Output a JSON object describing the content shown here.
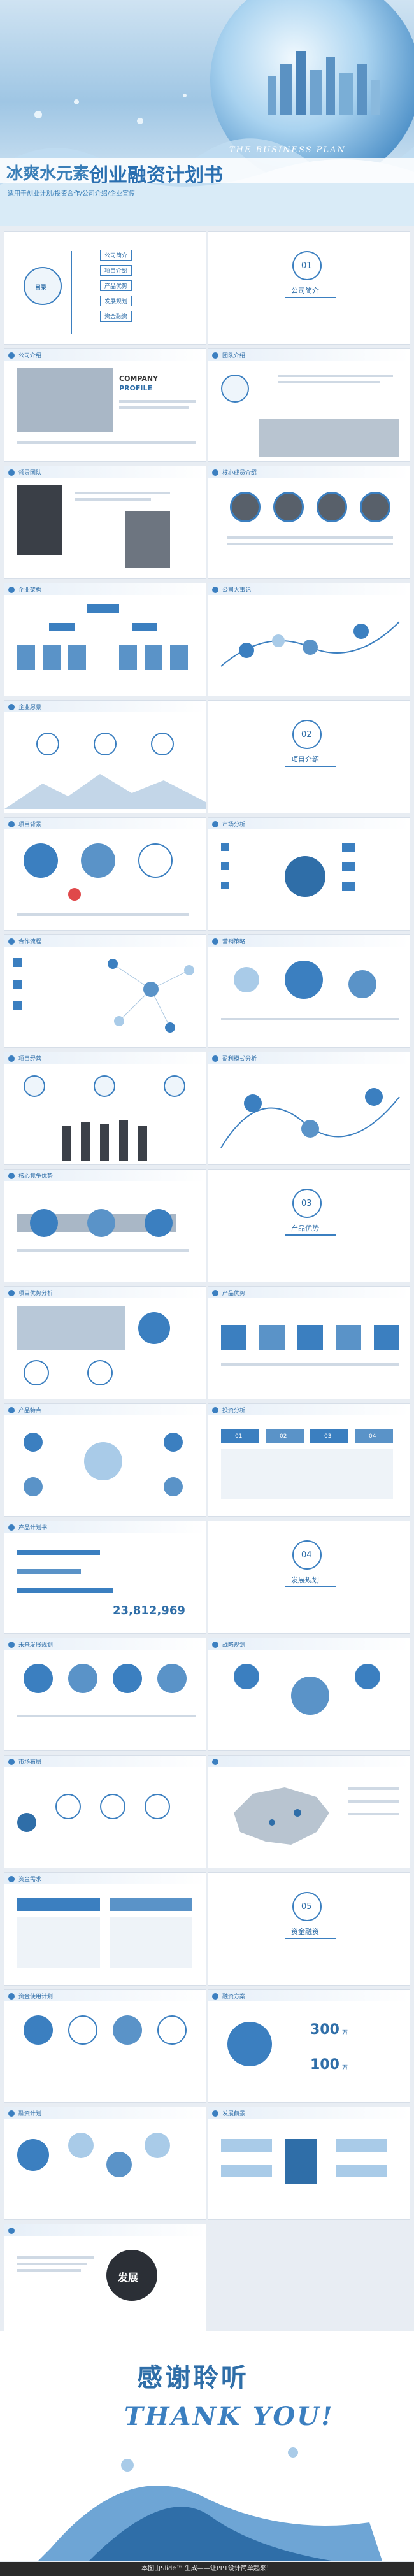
{
  "hero": {
    "subtitle": "THE BUSINESS PLAN",
    "title_left": "冰爽水元素",
    "title_main": "创业融资计划书",
    "tagline": "适用于创业计划/投资合作/公司介绍/企业宣传"
  },
  "toc": {
    "label": "目录",
    "items": [
      "公司简介",
      "项目介绍",
      "产品优势",
      "发展规划",
      "资金融资"
    ]
  },
  "section_labels": {
    "s01": "01",
    "s01_title": "公司简介",
    "s02": "02",
    "s02_title": "项目介绍",
    "s03": "03",
    "s03_title": "产品优势",
    "s04": "04",
    "s04_title": "发展规划",
    "s05": "05",
    "s05_title": "资金融资"
  },
  "slide_titles": [
    "公司介绍",
    "团队介绍",
    "领导团队",
    "核心成员介绍",
    "企业架构",
    "公司大事记",
    "企业愿景",
    "项目背景",
    "市场分析",
    "合作流程",
    "营销策略",
    "项目经营",
    "盈利模式分析",
    "核心竞争优势",
    "项目优势分析",
    "产品优势",
    "产品特点",
    "投资分析",
    "产品计划书",
    "未来发展规划",
    "战略规划",
    "市场布局",
    "资金需求",
    "资金使用计划",
    "融资方案",
    "融资计划",
    "发展前景"
  ],
  "company_profile": {
    "line1": "COMPANY",
    "line2": "PROFILE"
  },
  "stats": {
    "big_number": "23,812,969",
    "money1": "300",
    "money1_unit": "万",
    "money2": "100",
    "money2_unit": "万"
  },
  "labels": {
    "step1": "01",
    "step2": "02",
    "step3": "03",
    "step4": "04",
    "develop": "发展"
  },
  "end": {
    "thanks_cn": "感谢聆听",
    "thanks_en": "THANK YOU!"
  },
  "footer": "本图由Slide™ 生成——让PPT设计简单起来！",
  "colors": {
    "primary": "#2f6ea8",
    "accent": "#3b7fc0",
    "light": "#cfe3f2"
  }
}
